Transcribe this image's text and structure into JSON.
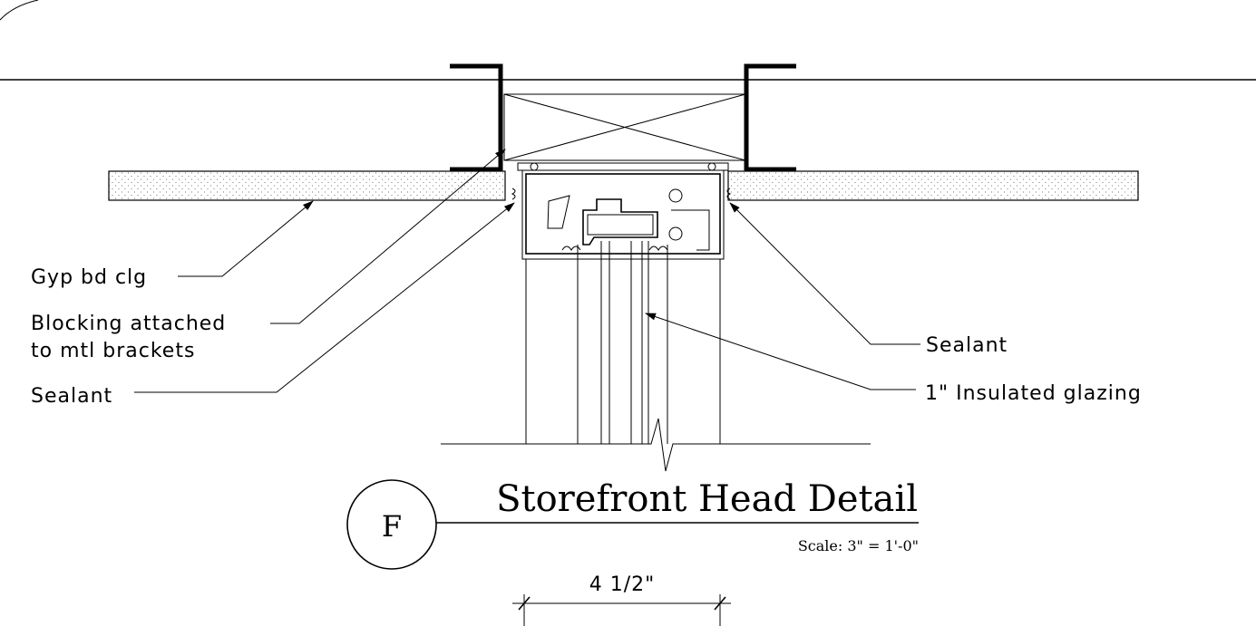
{
  "title": "Storefront Head Detail",
  "scale": "Scale: 3\" = 1'-0\"",
  "detail_mark": "F",
  "dimension": "4 1/2\"",
  "labels": {
    "gyp": "Gyp bd clg",
    "blocking_1": "Blocking attached",
    "blocking_2": "to mtl brackets",
    "sealant_left": "Sealant",
    "sealant_right": "Sealant",
    "glazing": "1\" Insulated glazing"
  }
}
